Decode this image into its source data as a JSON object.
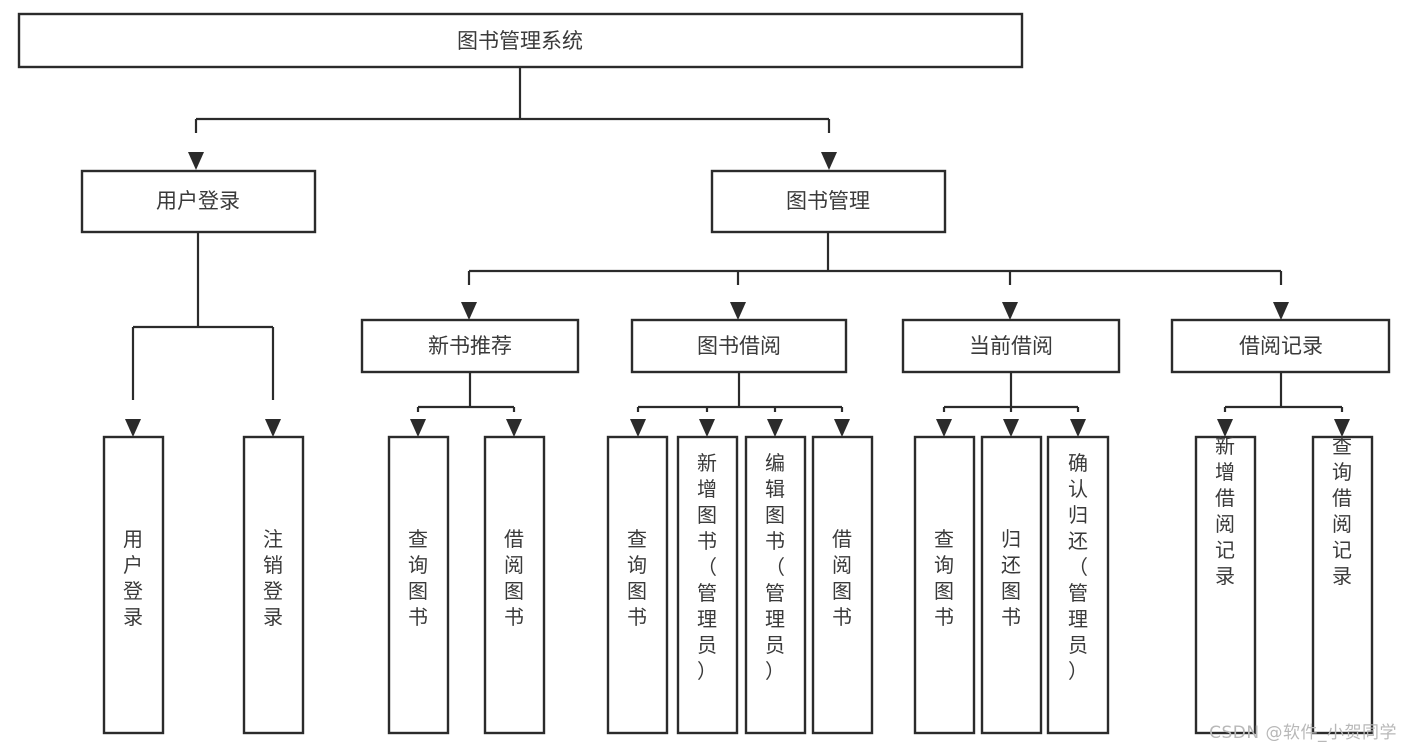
{
  "diagram": {
    "type": "tree-hierarchy-chart",
    "title": "图书管理系统",
    "orientation": "top-down",
    "colors": {
      "box_stroke": "#2b2b2b",
      "box_fill": "#ffffff",
      "text": "#3a3a3a",
      "background": "#ffffff",
      "watermark": "#b8b8b8"
    },
    "root": {
      "label": "图书管理系统"
    },
    "level2": [
      {
        "id": "user-login",
        "label": "用户登录"
      },
      {
        "id": "book-manage",
        "label": "图书管理"
      }
    ],
    "level3": [
      {
        "id": "new-book-recommend",
        "label": "新书推荐",
        "parent": "book-manage"
      },
      {
        "id": "book-borrow",
        "label": "图书借阅",
        "parent": "book-manage"
      },
      {
        "id": "current-borrow",
        "label": "当前借阅",
        "parent": "book-manage"
      },
      {
        "id": "borrow-record",
        "label": "借阅记录",
        "parent": "book-manage"
      }
    ],
    "leaves": {
      "user-login": [
        {
          "id": "leaf-user-login",
          "label": "用户登录"
        },
        {
          "id": "leaf-user-logout",
          "label": "注销登录"
        }
      ],
      "new-book-recommend": [
        {
          "id": "leaf-query-book-1",
          "label": "查询图书"
        },
        {
          "id": "leaf-borrow-book-1",
          "label": "借阅图书"
        }
      ],
      "book-borrow": [
        {
          "id": "leaf-query-book-2",
          "label": "查询图书"
        },
        {
          "id": "leaf-add-book",
          "label": "新增图书（管理员）"
        },
        {
          "id": "leaf-edit-book",
          "label": "编辑图书（管理员）"
        },
        {
          "id": "leaf-borrow-book-2",
          "label": "借阅图书"
        }
      ],
      "current-borrow": [
        {
          "id": "leaf-query-book-3",
          "label": "查询图书"
        },
        {
          "id": "leaf-return-book",
          "label": "归还图书"
        },
        {
          "id": "leaf-confirm-return",
          "label": "确认归还（管理员）"
        }
      ],
      "borrow-record": [
        {
          "id": "leaf-add-record",
          "label": "新增借阅记录"
        },
        {
          "id": "leaf-query-record",
          "label": "查询借阅记录"
        }
      ]
    }
  },
  "watermark": {
    "text": "CSDN @软件_小贺同学"
  }
}
